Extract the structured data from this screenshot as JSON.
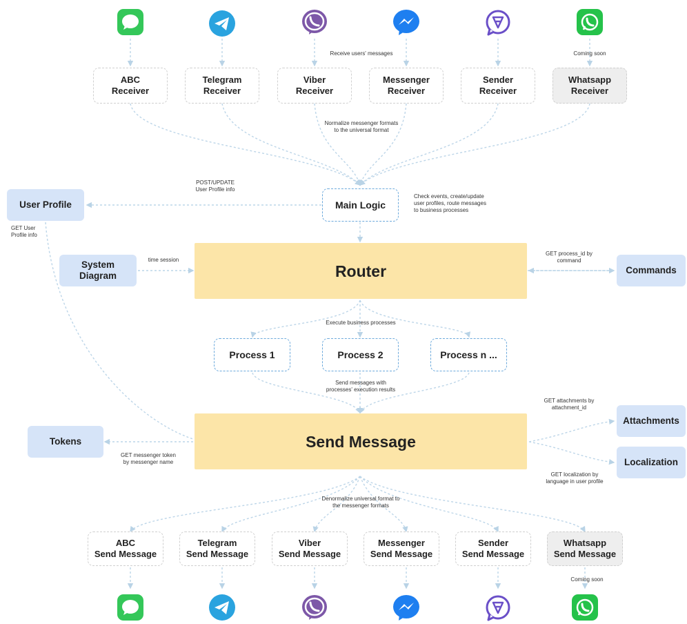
{
  "top_receivers": [
    {
      "label": "ABC\nReceiver"
    },
    {
      "label": "Telegram\nReceiver"
    },
    {
      "label": "Viber\nReceiver"
    },
    {
      "label": "Messenger\nReceiver"
    },
    {
      "label": "Sender\nReceiver"
    },
    {
      "label": "Whatsapp\nReceiver"
    }
  ],
  "bottom_senders": [
    {
      "label": "ABC\nSend Message"
    },
    {
      "label": "Telegram\nSend Message"
    },
    {
      "label": "Viber\nSend Message"
    },
    {
      "label": "Messenger\nSend Message"
    },
    {
      "label": "Sender\nSend Message"
    },
    {
      "label": "Whatsapp\nSend Message"
    }
  ],
  "icons": [
    "imessage-icon",
    "telegram-icon",
    "viber-icon",
    "messenger-icon",
    "sender-icon",
    "whatsapp-icon"
  ],
  "nodes": {
    "main_logic": "Main Logic",
    "router": "Router",
    "send_message": "Send Message",
    "process_1": "Process 1",
    "process_2": "Process 2",
    "process_n": "Process n ...",
    "user_profile": "User Profile",
    "system_diagram": "System\nDiagram",
    "commands": "Commands",
    "tokens": "Tokens",
    "attachments": "Attachments",
    "localization": "Localization"
  },
  "notes": {
    "receive": "Receive users' messages",
    "coming_soon_top": "Coming soon",
    "normalize": "Normalize messenger formats\nto the universal format",
    "post_update": "POST/UPDATE\nUser Profile info",
    "check_events": "Check events, create/update\nuser profiles, route messages\nto business processes",
    "get_user": "GET User\nProfile info",
    "time_session": "time session",
    "get_process": "GET process_id by\ncommand",
    "execute": "Execute business processes",
    "send_results": "Send messages with\nprocesses' execution results",
    "get_attachments": "GET attachments by\nattachment_id",
    "get_token": "GET messenger token\nby messenger name",
    "get_localization": "GET localization by\nlanguage in user profile",
    "denormalize": "Denormalize universal format to\nthe messenger formats",
    "coming_soon_bottom": "Coming soon"
  },
  "colors": {
    "imessage": "#34c759",
    "telegram": "#2aa3df",
    "viber": "#7d58a8",
    "messenger": "#1e7ff0",
    "sender": "#6a4fc8",
    "whatsapp": "#25c24a",
    "core": "#fce5a8",
    "store": "#d6e4f8",
    "edge": "#b9d3e6"
  }
}
